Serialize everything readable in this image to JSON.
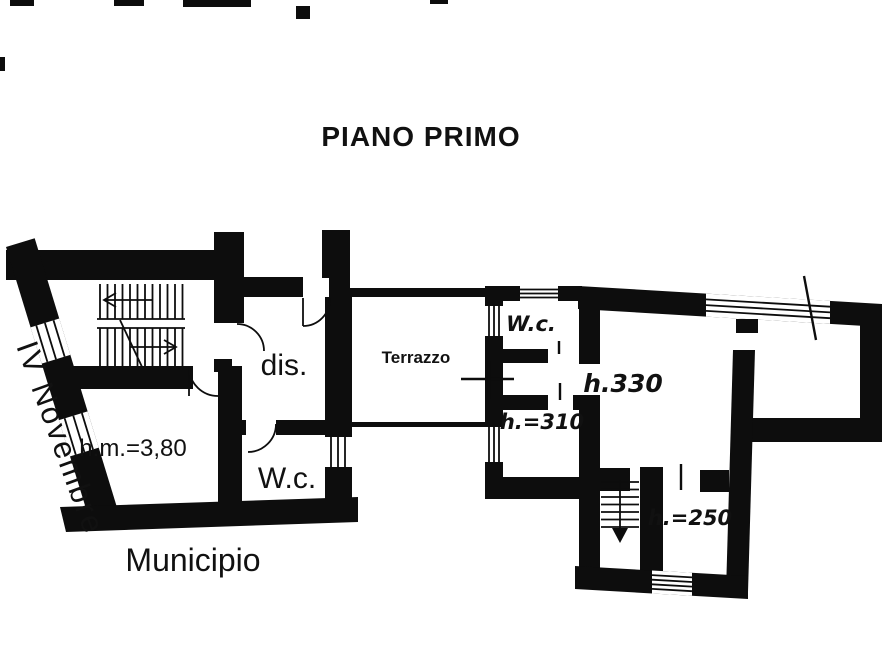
{
  "title": "PIANO PRIMO",
  "colors": {
    "ink": "#0d0d0d",
    "paper": "#ffffff"
  },
  "plan": {
    "left_building": {
      "name_label": "Municipio",
      "street_label": "IV Novembre",
      "rooms": [
        {
          "id": "dis",
          "label": "dis."
        },
        {
          "id": "wc",
          "label": "W.c."
        },
        {
          "id": "main_room",
          "label": "h.m.=3,80"
        }
      ]
    },
    "terrace": {
      "label": "Terrazzo"
    },
    "right_building": {
      "rooms": [
        {
          "id": "wc",
          "label": "W.c."
        },
        {
          "id": "room_310",
          "label": "h.=310"
        },
        {
          "id": "room_330",
          "label": "h.330"
        },
        {
          "id": "room_250",
          "label": "h.=250"
        }
      ]
    }
  }
}
